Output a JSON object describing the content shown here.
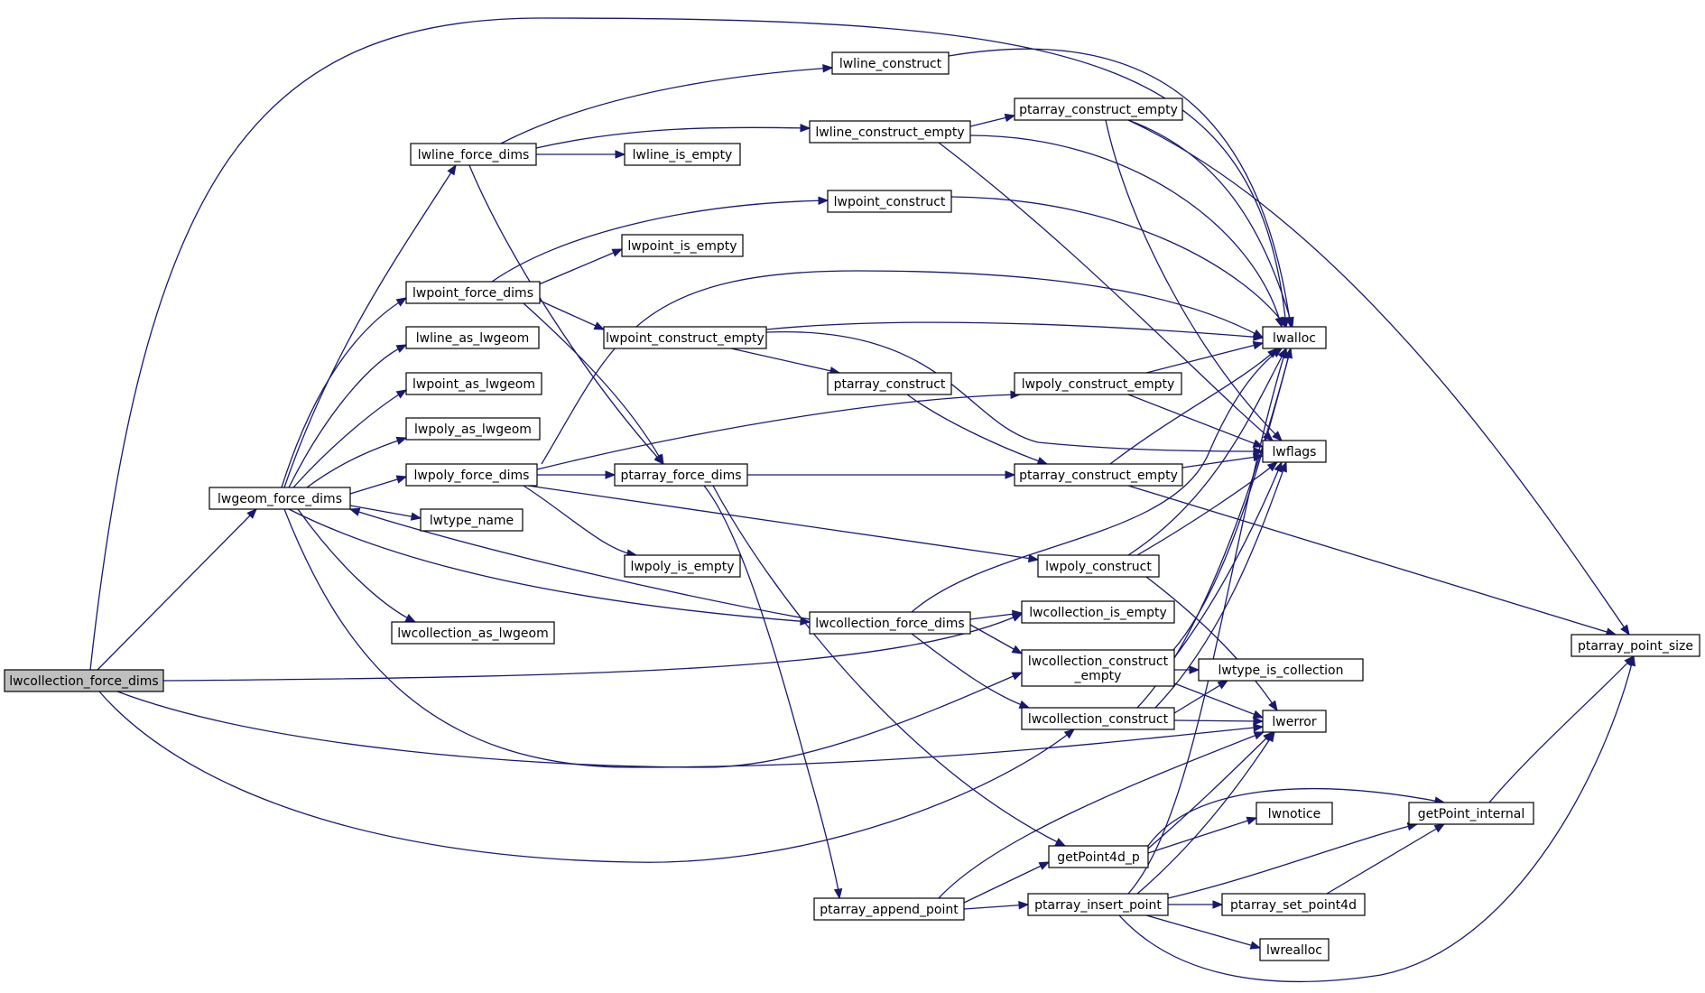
{
  "graph": {
    "title": "",
    "colors": {
      "edge": "#191970",
      "root_fill": "#bfbfbf",
      "node_fill": "#ffffff",
      "node_stroke": "#000000"
    },
    "nodes": [
      {
        "id": "lwcollection_force_dims_root",
        "label": "lwcollection_force_dims",
        "root": true
      },
      {
        "id": "lwgeom_force_dims",
        "label": "lwgeom_force_dims"
      },
      {
        "id": "lwline_force_dims",
        "label": "lwline_force_dims"
      },
      {
        "id": "lwline_construct",
        "label": "lwline_construct"
      },
      {
        "id": "lwline_construct_empty",
        "label": "lwline_construct_empty"
      },
      {
        "id": "lwline_is_empty",
        "label": "lwline_is_empty"
      },
      {
        "id": "ptarray_construct_empty_top",
        "label": "ptarray_construct_empty"
      },
      {
        "id": "lwpoint_construct",
        "label": "lwpoint_construct"
      },
      {
        "id": "lwpoint_is_empty",
        "label": "lwpoint_is_empty"
      },
      {
        "id": "lwpoint_force_dims",
        "label": "lwpoint_force_dims"
      },
      {
        "id": "lwpoint_construct_empty",
        "label": "lwpoint_construct_empty"
      },
      {
        "id": "lwline_as_lwgeom",
        "label": "lwline_as_lwgeom"
      },
      {
        "id": "lwpoint_as_lwgeom",
        "label": "lwpoint_as_lwgeom"
      },
      {
        "id": "ptarray_construct",
        "label": "ptarray_construct"
      },
      {
        "id": "lwpoly_construct_empty",
        "label": "lwpoly_construct_empty"
      },
      {
        "id": "lwpoly_as_lwgeom",
        "label": "lwpoly_as_lwgeom"
      },
      {
        "id": "lwpoly_force_dims",
        "label": "lwpoly_force_dims"
      },
      {
        "id": "ptarray_force_dims",
        "label": "ptarray_force_dims"
      },
      {
        "id": "ptarray_construct_empty",
        "label": "ptarray_construct_empty"
      },
      {
        "id": "lwtype_name",
        "label": "lwtype_name"
      },
      {
        "id": "lwpoly_construct",
        "label": "lwpoly_construct"
      },
      {
        "id": "lwpoly_is_empty",
        "label": "lwpoly_is_empty"
      },
      {
        "id": "lwcollection_force_dims",
        "label": "lwcollection_force_dims"
      },
      {
        "id": "lwcollection_is_empty",
        "label": "lwcollection_is_empty"
      },
      {
        "id": "lwcollection_as_lwgeom",
        "label": "lwcollection_as_lwgeom"
      },
      {
        "id": "lwcollection_construct_empty",
        "label": "lwcollection_construct\n_empty"
      },
      {
        "id": "lwcollection_construct",
        "label": "lwcollection_construct"
      },
      {
        "id": "lwalloc",
        "label": "lwalloc"
      },
      {
        "id": "lwflags",
        "label": "lwflags"
      },
      {
        "id": "lwtype_is_collection",
        "label": "lwtype_is_collection"
      },
      {
        "id": "lwerror",
        "label": "lwerror"
      },
      {
        "id": "ptarray_point_size",
        "label": "ptarray_point_size"
      },
      {
        "id": "lwnotice",
        "label": "lwnotice"
      },
      {
        "id": "getPoint_internal",
        "label": "getPoint_internal"
      },
      {
        "id": "getPoint4d_p",
        "label": "getPoint4d_p"
      },
      {
        "id": "ptarray_append_point",
        "label": "ptarray_append_point"
      },
      {
        "id": "ptarray_insert_point",
        "label": "ptarray_insert_point"
      },
      {
        "id": "ptarray_set_point4d",
        "label": "ptarray_set_point4d"
      },
      {
        "id": "lwrealloc",
        "label": "lwrealloc"
      }
    ],
    "edges": [
      [
        "lwcollection_force_dims_root",
        "lwgeom_force_dims"
      ],
      [
        "lwcollection_force_dims_root",
        "lwalloc"
      ],
      [
        "lwcollection_force_dims_root",
        "lwcollection_is_empty"
      ],
      [
        "lwcollection_force_dims_root",
        "lwcollection_construct_empty"
      ],
      [
        "lwcollection_force_dims_root",
        "lwcollection_construct"
      ],
      [
        "lwgeom_force_dims",
        "lwline_force_dims"
      ],
      [
        "lwgeom_force_dims",
        "lwpoint_force_dims"
      ],
      [
        "lwgeom_force_dims",
        "lwline_as_lwgeom"
      ],
      [
        "lwgeom_force_dims",
        "lwpoint_as_lwgeom"
      ],
      [
        "lwgeom_force_dims",
        "lwpoly_as_lwgeom"
      ],
      [
        "lwgeom_force_dims",
        "lwpoly_force_dims"
      ],
      [
        "lwgeom_force_dims",
        "lwtype_name"
      ],
      [
        "lwgeom_force_dims",
        "lwcollection_as_lwgeom"
      ],
      [
        "lwgeom_force_dims",
        "lwcollection_force_dims"
      ],
      [
        "lwgeom_force_dims",
        "lwerror"
      ],
      [
        "lwline_force_dims",
        "lwline_construct"
      ],
      [
        "lwline_force_dims",
        "lwline_construct_empty"
      ],
      [
        "lwline_force_dims",
        "lwline_is_empty"
      ],
      [
        "lwline_force_dims",
        "ptarray_force_dims"
      ],
      [
        "lwline_construct",
        "lwalloc"
      ],
      [
        "lwline_construct_empty",
        "ptarray_construct_empty_top"
      ],
      [
        "lwline_construct_empty",
        "lwalloc"
      ],
      [
        "lwline_construct_empty",
        "lwflags"
      ],
      [
        "ptarray_construct_empty_top",
        "lwalloc"
      ],
      [
        "ptarray_construct_empty_top",
        "lwflags"
      ],
      [
        "ptarray_construct_empty_top",
        "ptarray_point_size"
      ],
      [
        "lwpoint_force_dims",
        "lwpoint_construct"
      ],
      [
        "lwpoint_force_dims",
        "lwpoint_is_empty"
      ],
      [
        "lwpoint_force_dims",
        "lwpoint_construct_empty"
      ],
      [
        "lwpoint_force_dims",
        "ptarray_force_dims"
      ],
      [
        "lwpoint_construct",
        "lwalloc"
      ],
      [
        "lwpoint_construct_empty",
        "lwalloc"
      ],
      [
        "lwpoint_construct_empty",
        "ptarray_construct"
      ],
      [
        "lwpoint_construct_empty",
        "lwflags"
      ],
      [
        "ptarray_construct",
        "ptarray_construct_empty"
      ],
      [
        "lwpoly_force_dims",
        "lwalloc"
      ],
      [
        "lwpoly_force_dims",
        "ptarray_force_dims"
      ],
      [
        "lwpoly_force_dims",
        "lwpoly_construct_empty"
      ],
      [
        "lwpoly_force_dims",
        "lwpoly_is_empty"
      ],
      [
        "lwpoly_force_dims",
        "lwpoly_construct"
      ],
      [
        "lwpoly_construct_empty",
        "lwalloc"
      ],
      [
        "lwpoly_construct_empty",
        "lwflags"
      ],
      [
        "ptarray_force_dims",
        "ptarray_construct_empty"
      ],
      [
        "ptarray_force_dims",
        "ptarray_append_point"
      ],
      [
        "ptarray_force_dims",
        "getPoint4d_p"
      ],
      [
        "ptarray_construct_empty",
        "lwalloc"
      ],
      [
        "ptarray_construct_empty",
        "lwflags"
      ],
      [
        "ptarray_construct_empty",
        "ptarray_point_size"
      ],
      [
        "lwpoly_construct",
        "lwalloc"
      ],
      [
        "lwpoly_construct",
        "lwflags"
      ],
      [
        "lwpoly_construct",
        "lwerror"
      ],
      [
        "lwcollection_force_dims",
        "lwgeom_force_dims"
      ],
      [
        "lwcollection_force_dims",
        "lwalloc"
      ],
      [
        "lwcollection_force_dims",
        "lwcollection_is_empty"
      ],
      [
        "lwcollection_force_dims",
        "lwcollection_construct_empty"
      ],
      [
        "lwcollection_force_dims",
        "lwcollection_construct"
      ],
      [
        "lwcollection_construct_empty",
        "lwalloc"
      ],
      [
        "lwcollection_construct_empty",
        "lwflags"
      ],
      [
        "lwcollection_construct_empty",
        "lwtype_is_collection"
      ],
      [
        "lwcollection_construct_empty",
        "lwerror"
      ],
      [
        "lwcollection_construct",
        "lwalloc"
      ],
      [
        "lwcollection_construct",
        "lwflags"
      ],
      [
        "lwcollection_construct",
        "lwtype_is_collection"
      ],
      [
        "lwcollection_construct",
        "lwerror"
      ],
      [
        "getPoint_internal",
        "ptarray_point_size"
      ],
      [
        "getPoint4d_p",
        "lwerror"
      ],
      [
        "getPoint4d_p",
        "lwnotice"
      ],
      [
        "getPoint4d_p",
        "getPoint_internal"
      ],
      [
        "ptarray_append_point",
        "lwerror"
      ],
      [
        "ptarray_append_point",
        "getPoint4d_p"
      ],
      [
        "ptarray_append_point",
        "ptarray_insert_point"
      ],
      [
        "ptarray_insert_point",
        "lwalloc"
      ],
      [
        "ptarray_insert_point",
        "lwerror"
      ],
      [
        "ptarray_insert_point",
        "getPoint_internal"
      ],
      [
        "ptarray_insert_point",
        "ptarray_set_point4d"
      ],
      [
        "ptarray_insert_point",
        "lwrealloc"
      ],
      [
        "ptarray_insert_point",
        "ptarray_point_size"
      ],
      [
        "ptarray_set_point4d",
        "getPoint_internal"
      ]
    ]
  }
}
